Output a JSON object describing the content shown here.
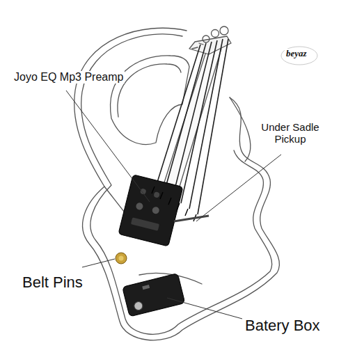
{
  "diagram": {
    "labels": [
      "Joyo EQ Mp3 Preamp",
      "beyaz",
      "Under Sadle Pickup",
      "Belt Pins",
      "Batery Box"
    ]
  }
}
